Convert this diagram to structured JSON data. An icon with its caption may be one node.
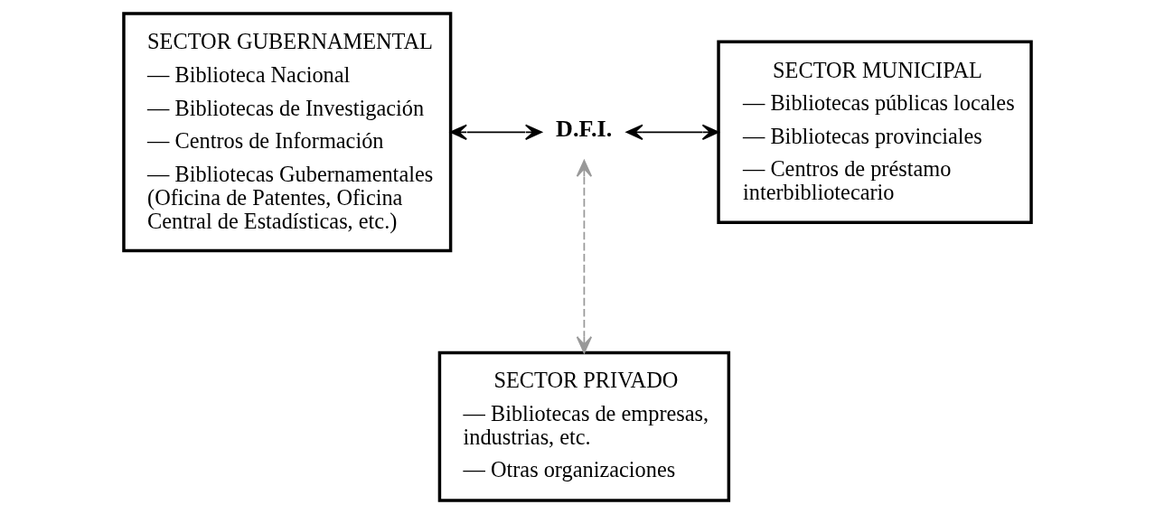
{
  "diagram": {
    "nodes": [
      {
        "text": [
          "SECTOR GUBERNAMENTAL",
          "— Biblioteca Nacional",
          "— Bibliotecas de Investigación",
          "— Centros de Información",
          "— Bibliotecas Gubernamentales (Oficina de Patentes, Oficina Central de Estadísticas, etc.)"
        ]
      },
      {
        "text": [
          "D.F.I."
        ]
      },
      {
        "text": [
          "SECTOR MUNICIPAL",
          "— Bibliotecas públicas locales",
          "— Bibliotecas provinciales",
          "— Centros de préstamo interbibliotecario"
        ]
      },
      {
        "text": [
          "SECTOR PRIVADO",
          "— Bibliotecas de empresas, industrias, etc.",
          "— Otras organizaciones"
        ]
      }
    ],
    "edges": [
      {
        "from": 0,
        "to": 1,
        "arrow": "both"
      },
      {
        "from": 1,
        "to": 2,
        "arrow": "both"
      },
      {
        "from": 1,
        "to": 3,
        "arrow": "both",
        "style": "dashed",
        "color": "#999999"
      }
    ]
  }
}
